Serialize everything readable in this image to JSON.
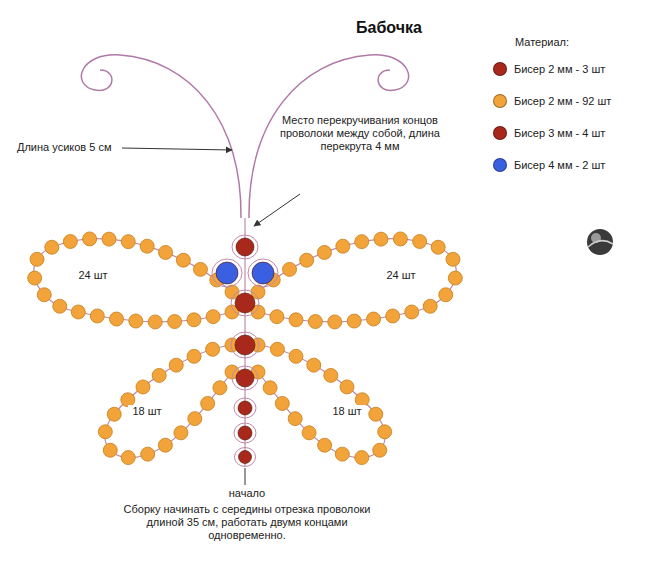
{
  "diagram": {
    "title": "Бабочка",
    "labels": [
      "Материал:",
      "Длина усиков 5 см",
      "Место перекручивания концов проволоки между собой, длина перекрута 4 мм",
      "24 шт",
      "24 шт",
      "18 шт",
      "18 шт",
      "начало",
      "Сборку начинать с середины отрезка проволоки длиной 35 см, работать двумя концами одновременно."
    ],
    "legend": [
      {
        "text": "Бисер 2 мм - 3 шт",
        "color": "#a8281c"
      },
      {
        "text": "Бисер 2 мм - 92 шт",
        "color": "#f2a43a"
      },
      {
        "text": "Бисер 3 мм - 4 шт",
        "color": "#a8281c"
      },
      {
        "text": "Бисер 4 мм - 2 шт",
        "color": "#3a5fe0"
      }
    ]
  }
}
